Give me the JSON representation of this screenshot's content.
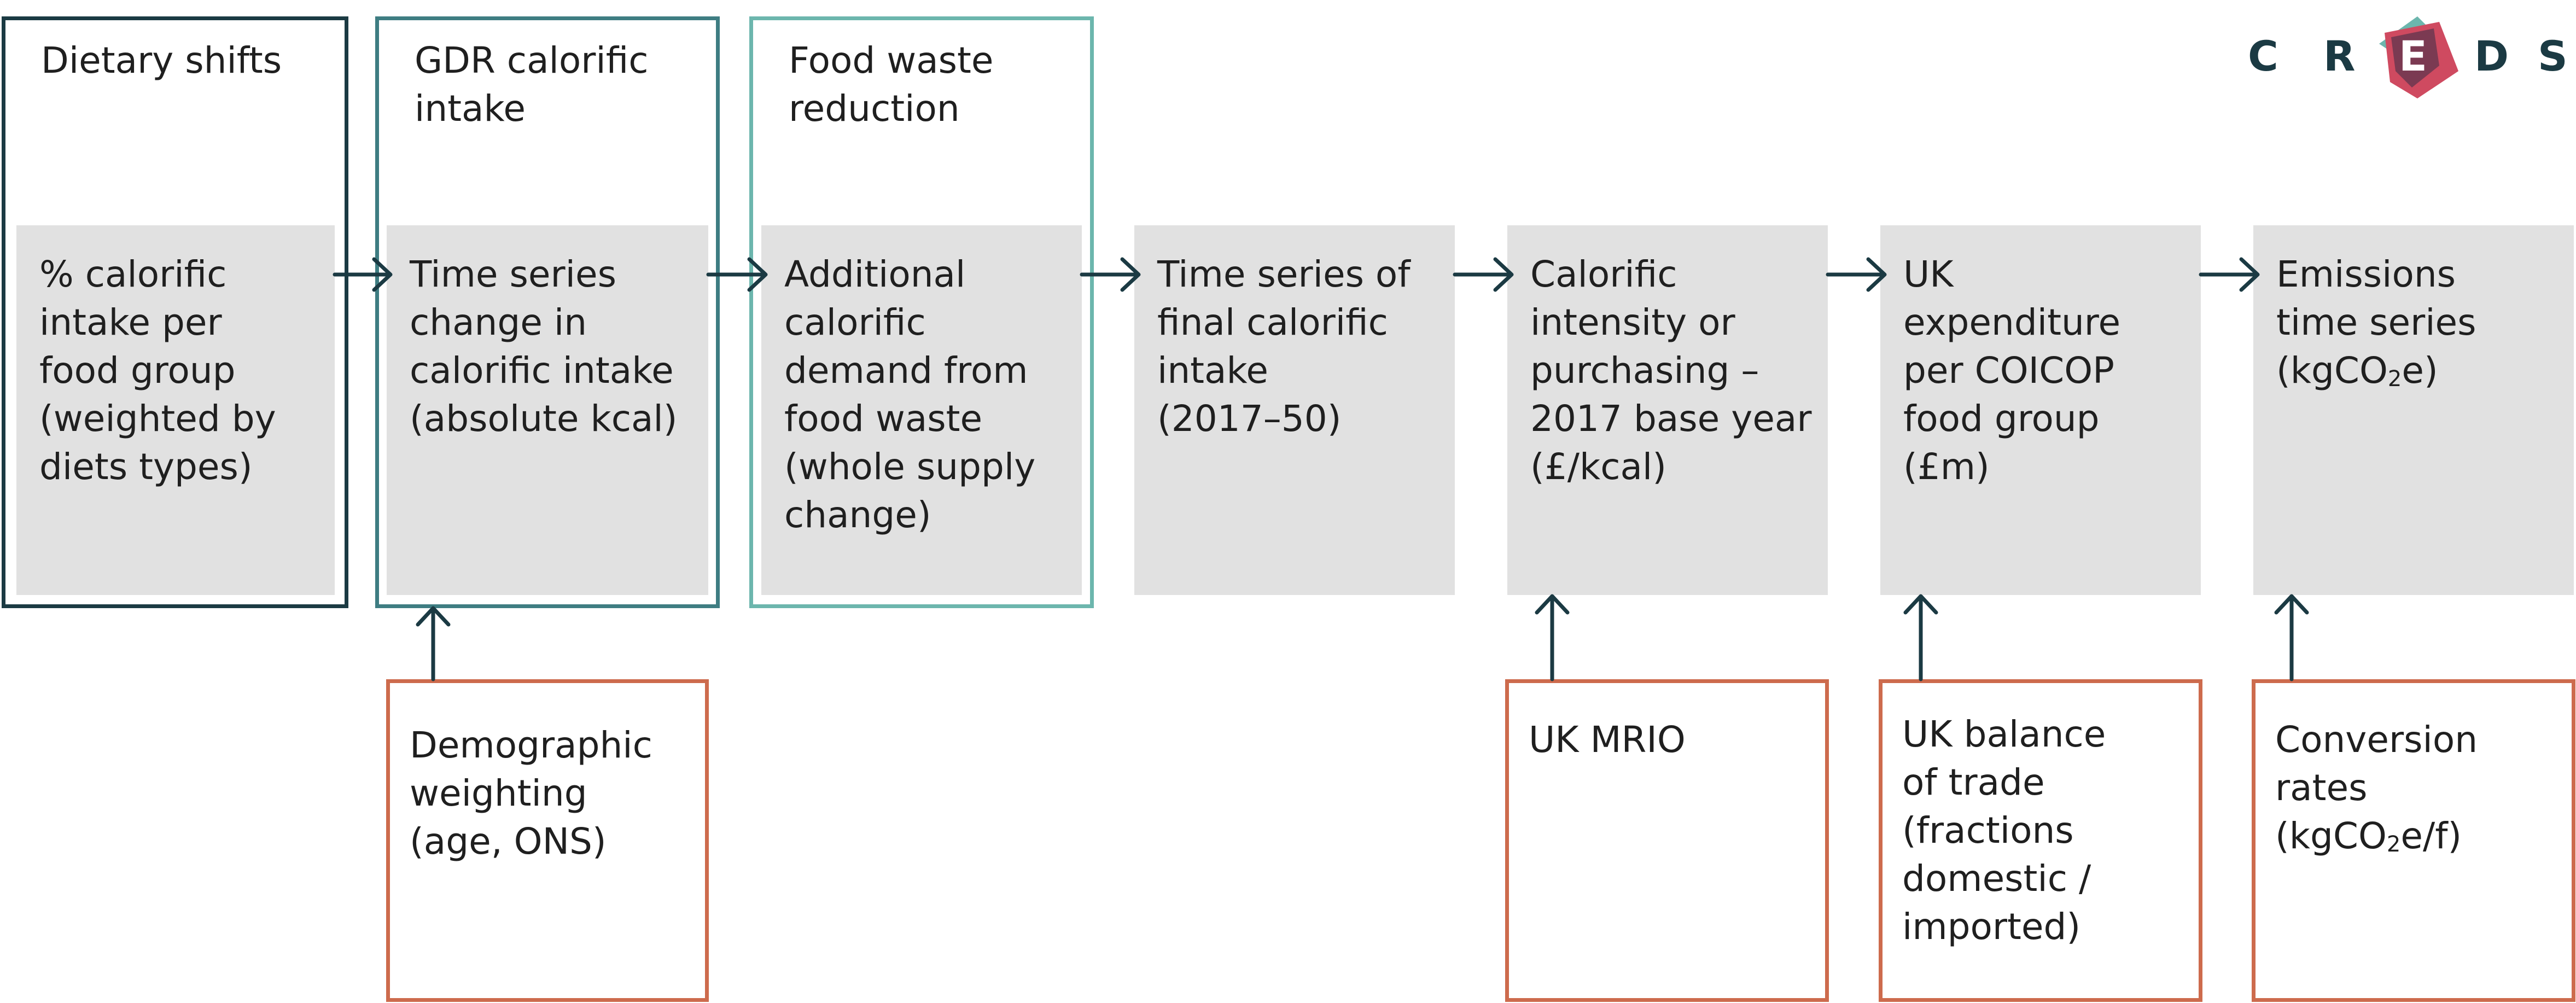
{
  "logo": {
    "letters": [
      "C",
      "R",
      "E",
      "D",
      "S"
    ],
    "colors": {
      "teal": "#6cb6ad",
      "rose": "#cf4a60",
      "plum": "#7b3a52",
      "text": "#1b3a43"
    }
  },
  "frames": [
    {
      "title": "Dietary shifts",
      "color": "#1b3a43"
    },
    {
      "title": "GDR calorific\nintake",
      "color": "#3e7d82"
    },
    {
      "title": "Food waste\nreduction",
      "color": "#6cb6ad"
    }
  ],
  "process": [
    {
      "text": "% calorific\nintake per\nfood group\n(weighted by\ndiets types)"
    },
    {
      "text": "Time series\nchange in\ncalorific intake\n(absolute kcal)"
    },
    {
      "text": "Additional\ncalorific\ndemand from\nfood waste\n(whole supply\nchange)"
    },
    {
      "text": "Time series of\nfinal calorific\nintake\n(2017–50)"
    },
    {
      "text": "Calorific\nintensity or\npurchasing –\n2017 base year\n(£/kcal)"
    },
    {
      "text": "UK\nexpenditure\nper COICOP\nfood group\n(£m)"
    },
    {
      "pre": "Emissions\ntime series\n(kgCO",
      "sub": "2",
      "post": "e)"
    }
  ],
  "inputs": [
    {
      "text": "Demographic\nweighting\n(age, ONS)"
    },
    {
      "text": "UK MRIO"
    },
    {
      "text": "UK balance\nof trade\n(fractions\ndomestic /\nimported)"
    },
    {
      "pre": "Conversion\nrates\n(kgCO",
      "sub": "2",
      "post": "e/f)"
    }
  ],
  "colors": {
    "process_fill": "#e1e1e1",
    "input_border": "#cd6b4d",
    "arrow": "#1b3a43"
  }
}
